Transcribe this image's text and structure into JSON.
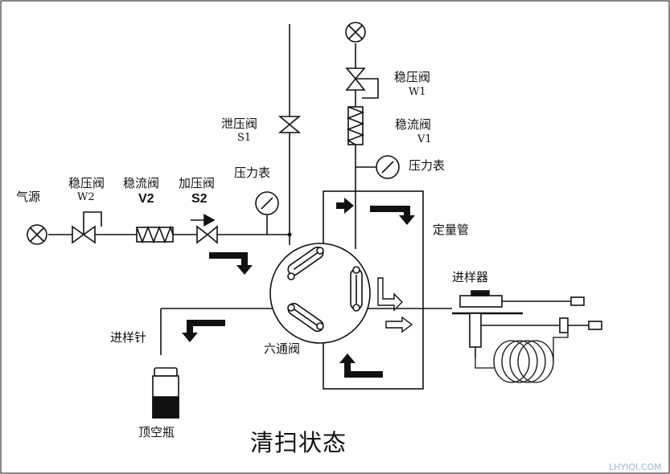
{
  "title": "清扫状态",
  "watermark": "LHYIQI.COM",
  "labels": {
    "gas_source": "气源",
    "reg_valve_w2": "稳压阀",
    "w2_code": "W2",
    "flow_valve_v2": "稳流阀",
    "v2_code": "V2",
    "press_valve_s2": "加压阀",
    "s2_code": "S2",
    "gauge_left": "压力表",
    "vent_valve_s1": "泄压阀",
    "s1_code": "S1",
    "reg_valve_w1": "稳压阀",
    "w1_code": "W1",
    "flow_valve_v1": "稳流阀",
    "v1_code": "V1",
    "gauge_right": "压力表",
    "sample_loop": "定量管",
    "injector": "进样器",
    "six_port_valve": "六通阀",
    "needle": "进样针",
    "headspace_vial": "顶空瓶"
  },
  "colors": {
    "line": "#111111",
    "vial_fill": "#111111",
    "watermark": "#9fb7cf"
  }
}
